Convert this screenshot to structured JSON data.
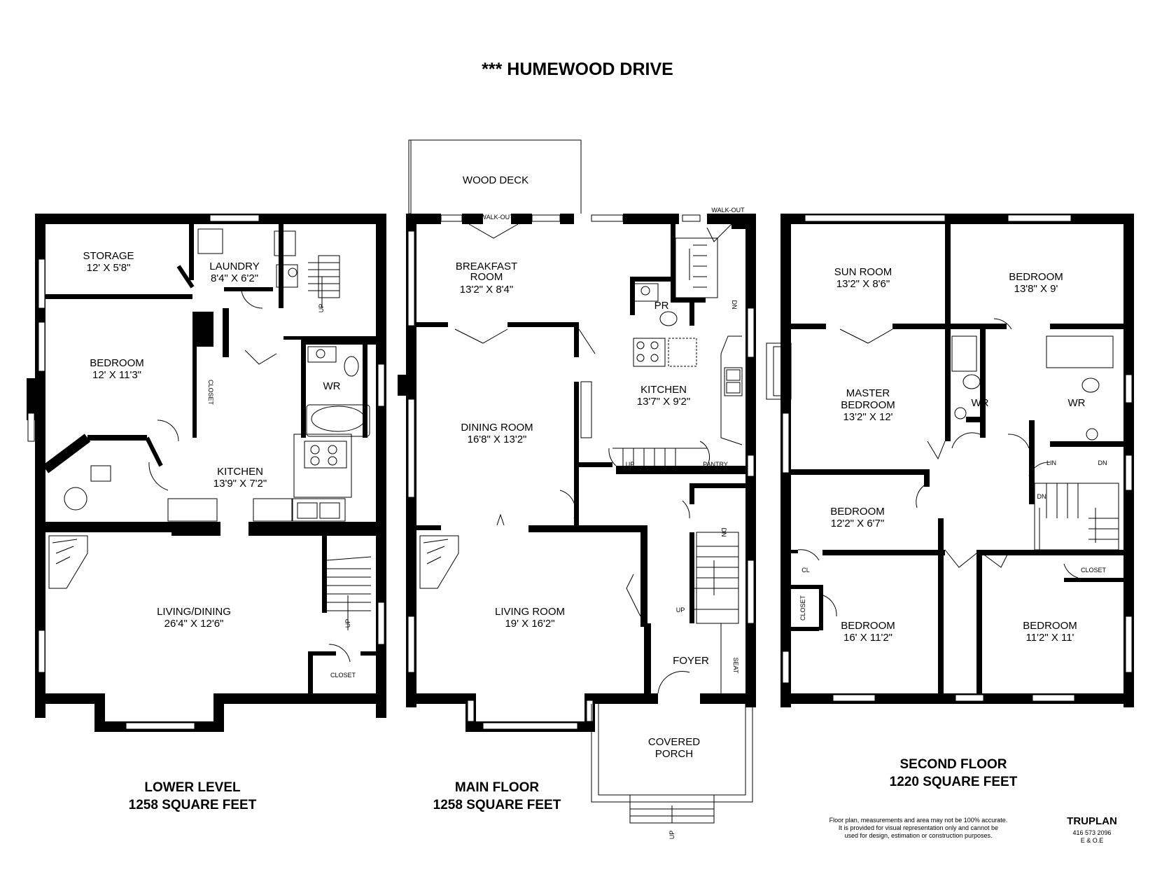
{
  "title": "***  HUMEWOOD DRIVE",
  "floors": {
    "lower": {
      "label": "LOWER LEVEL",
      "area": "1258 SQUARE FEET",
      "rooms": {
        "storage": {
          "name": "STORAGE",
          "dim": "12' X 5'8\""
        },
        "laundry": {
          "name": "LAUNDRY",
          "dim": "8'4\" X 6'2\""
        },
        "bedroom": {
          "name": "BEDROOM",
          "dim": "12' X 11'3\""
        },
        "kitchen": {
          "name": "KITCHEN",
          "dim": "13'9\" X 7'2\""
        },
        "living": {
          "name": "LIVING/DINING",
          "dim": "26'4\" X 12'6\""
        }
      },
      "labels": {
        "wr": "WR",
        "closet_v": "CLOSET",
        "closet": "CLOSET",
        "up1": "UP",
        "up2": "UP"
      }
    },
    "main": {
      "label": "MAIN FLOOR",
      "area": "1258 SQUARE FEET",
      "rooms": {
        "deck": {
          "name": "WOOD DECK"
        },
        "breakfast": {
          "name1": "BREAKFAST",
          "name2": "ROOM",
          "dim": "13'2\" X 8'4\""
        },
        "kitchen": {
          "name": "KITCHEN",
          "dim": "13'7\" X 9'2\""
        },
        "dining": {
          "name": "DINING ROOM",
          "dim": "16'8\" X 13'2\""
        },
        "living": {
          "name": "LIVING ROOM",
          "dim": "19' X 16'2\""
        },
        "foyer": {
          "name": "FOYER"
        },
        "porch": {
          "name1": "COVERED",
          "name2": "PORCH"
        }
      },
      "labels": {
        "walkout1": "WALK-OUT",
        "walkout2": "WALK-OUT",
        "pr": "PR",
        "pantry": "PANTRY",
        "up1": "UP",
        "up2": "UP",
        "up3": "UP",
        "dn1": "DN",
        "dn2": "DN",
        "seat": "SEAT"
      }
    },
    "second": {
      "label": "SECOND FLOOR",
      "area": "1220 SQUARE FEET",
      "rooms": {
        "sunroom": {
          "name": "SUN ROOM",
          "dim": "13'2\" X 8'6\""
        },
        "bedroom1": {
          "name": "BEDROOM",
          "dim": "13'8\" X 9'"
        },
        "master": {
          "name1": "MASTER",
          "name2": "BEDROOM",
          "dim": "13'2\" X 12'"
        },
        "bedroom2": {
          "name": "BEDROOM",
          "dim": "12'2\" X 6'7\""
        },
        "bedroom3": {
          "name": "BEDROOM",
          "dim": "16' X 11'2\""
        },
        "bedroom4": {
          "name": "BEDROOM",
          "dim": "11'2\" X 11'"
        }
      },
      "labels": {
        "wr1": "WR",
        "wr2": "WR",
        "lin": "LIN",
        "dn1": "DN",
        "dn2": "DN",
        "cl": "CL",
        "closet_v": "CLOSET",
        "closet": "CLOSET"
      }
    }
  },
  "disclaimer": {
    "line1": "Floor plan, measurements and area may not be 100% accurate.",
    "line2": "It is provided for visual representation only and cannot be",
    "line3": "used for design, estimation or construction purposes."
  },
  "brand": {
    "name": "TRUPLAN",
    "phone": "416 573 2096",
    "eoe": "E & O.E"
  }
}
